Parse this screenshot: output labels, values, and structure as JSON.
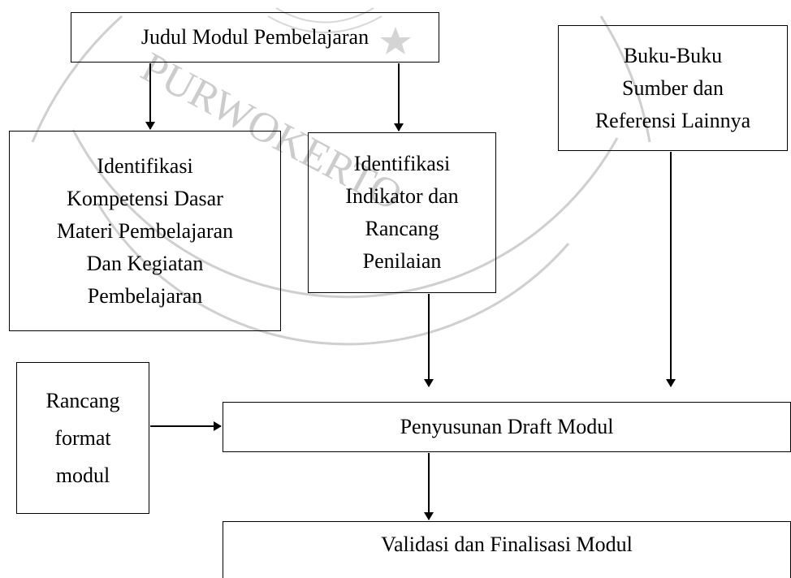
{
  "nodes": {
    "title": "Judul Modul Pembelajaran",
    "books": "Buku-Buku\nSumber dan\nReferensi Lainnya",
    "kompetensi": "Identifikasi\nKompetensi Dasar\nMateri Pembelajaran\nDan Kegiatan\nPembelajaran",
    "indikator": "Identifikasi\nIndikator dan\nRancang\nPenilaian",
    "format": "Rancang\nformat\nmodul",
    "draft": "Penyusunan Draft Modul",
    "validasi": "Validasi dan Finalisasi Modul"
  },
  "edges": [
    {
      "from": "title",
      "to": "kompetensi"
    },
    {
      "from": "title",
      "to": "indikator"
    },
    {
      "from": "indikator",
      "to": "draft"
    },
    {
      "from": "books",
      "to": "draft"
    },
    {
      "from": "format",
      "to": "draft"
    },
    {
      "from": "draft",
      "to": "validasi"
    }
  ],
  "watermark": {
    "text": "PURWOKERTO",
    "color": "#c8c8c8",
    "icon": "star-icon"
  }
}
